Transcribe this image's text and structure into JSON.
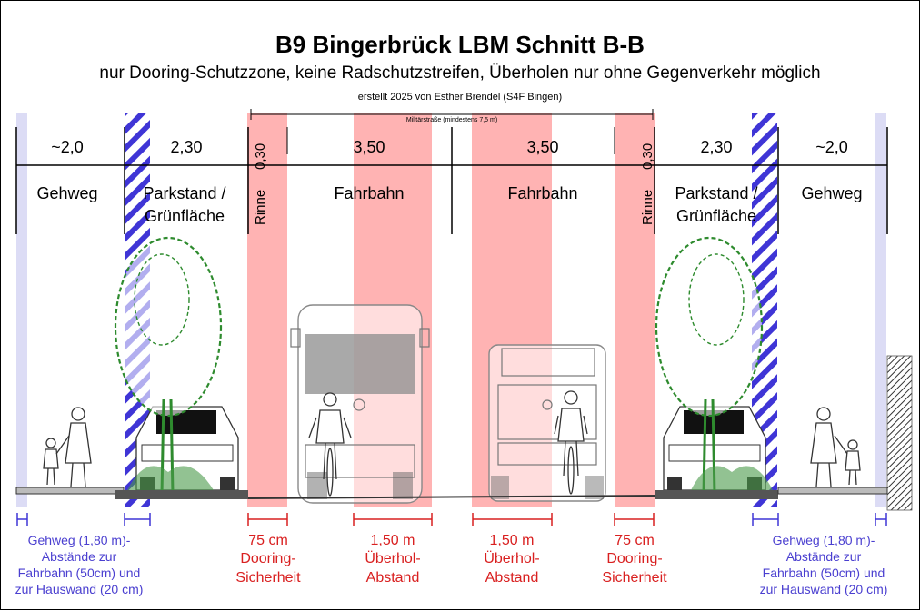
{
  "title": "B9 Bingerbrück LBM Schnitt B-B",
  "subtitle": "nur Dooring-Schutzzone, keine Radschutzstreifen, Überholen nur ohne Gegenverkehr möglich",
  "credit": "erstellt 2025 von Esther Brendel (S4F Bingen)",
  "militaerstrasse": "Militärstraße (mindestens 7,5 m)",
  "dims": {
    "gehweg_left": "~2,0",
    "park_left": "2,30",
    "rinne_left": "0,30",
    "fahrbahn_left": "3,50",
    "fahrbahn_right": "3,50",
    "rinne_right": "0,30",
    "park_right": "2,30",
    "gehweg_right": "~2,0"
  },
  "labels": {
    "gehweg": "Gehweg",
    "parkstand_1": "Parkstand /",
    "parkstand_2": "Grünfläche",
    "rinne": "Rinne",
    "fahrbahn": "Fahrbahn"
  },
  "notes": {
    "gehweg_note": [
      "Gehweg (1,80 m)-",
      "Abstände zur",
      "Fahrbahn (50cm) und",
      "zur Hauswand (20 cm)"
    ],
    "dooring": [
      "75 cm",
      "Dooring-",
      "Sicherheit"
    ],
    "ueberhol": [
      "1,50 m",
      "Überhol-",
      "Abstand"
    ]
  },
  "colors": {
    "red_zone": "#ffb3b3",
    "blue_hatch": "#3f35d6",
    "gehweg_tint": "#dcdcf5",
    "red_text": "#d92020",
    "blue_text": "#4a3fd0"
  }
}
